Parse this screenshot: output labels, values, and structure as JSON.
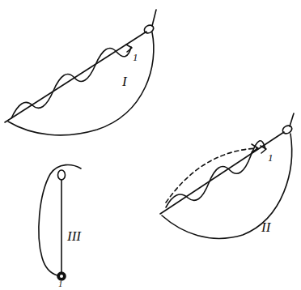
{
  "diagram": {
    "labels": [
      "I",
      "1",
      "III",
      "II",
      "1",
      "1"
    ]
  }
}
